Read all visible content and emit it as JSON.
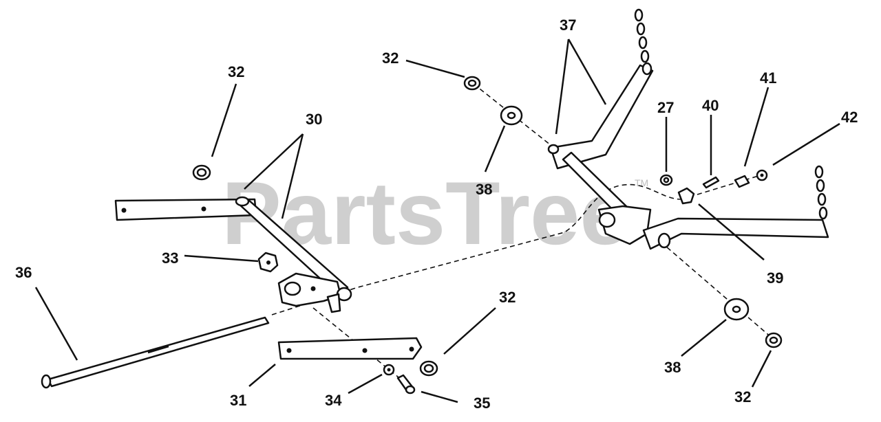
{
  "watermark": {
    "brand": "PartsTree",
    "trademark": "TM"
  },
  "callouts": {
    "c27": "27",
    "c30": "30",
    "c31": "31",
    "c32a": "32",
    "c32b": "32",
    "c32c": "32",
    "c32d": "32",
    "c33": "33",
    "c34": "34",
    "c35": "35",
    "c36": "36",
    "c37": "37",
    "c38a": "38",
    "c38b": "38",
    "c39": "39",
    "c40": "40",
    "c41": "41",
    "c42": "42"
  }
}
